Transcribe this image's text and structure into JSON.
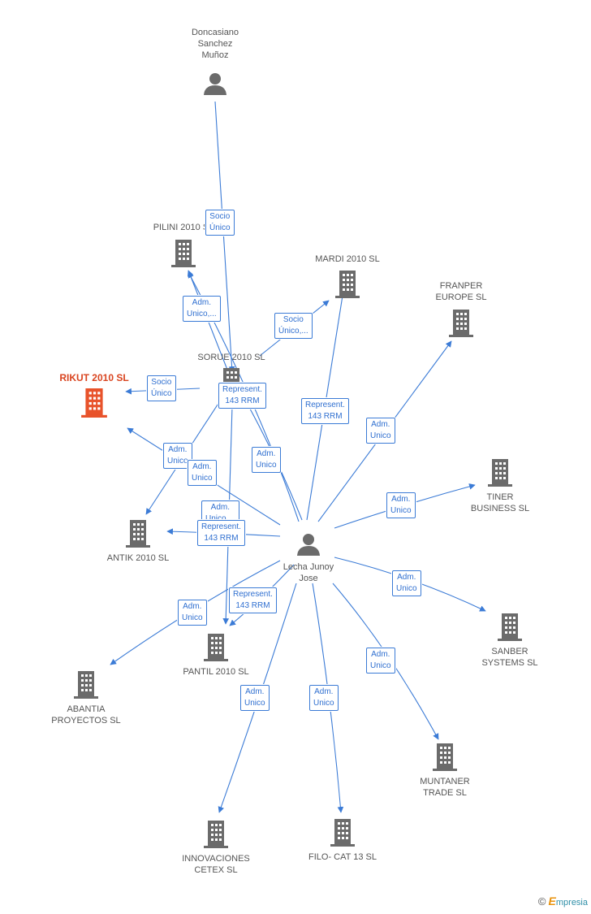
{
  "colors": {
    "edge": "#3b7bd6",
    "company": "#6b6b6b",
    "main_company": "#e8532b",
    "person": "#6b6b6b"
  },
  "nodes": [
    {
      "id": "doncasiano",
      "type": "person",
      "label": "Doncasiano\nSanchez\nMuñoz"
    },
    {
      "id": "pilini",
      "type": "company",
      "label": "PILINI 2010 SL"
    },
    {
      "id": "mardi",
      "type": "company",
      "label": "MARDI 2010 SL"
    },
    {
      "id": "franper",
      "type": "company",
      "label": "FRANPER\nEUROPE SL"
    },
    {
      "id": "sorue",
      "type": "company",
      "label": "SORUE 2010 SL"
    },
    {
      "id": "rikut",
      "type": "company-main",
      "label": "RIKUT 2010 SL"
    },
    {
      "id": "tiner",
      "type": "company",
      "label": "TINER\nBUSINESS SL"
    },
    {
      "id": "antik",
      "type": "company",
      "label": "ANTIK 2010 SL"
    },
    {
      "id": "lecha",
      "type": "person",
      "label": "Lecha Junoy\nJose"
    },
    {
      "id": "sanber",
      "type": "company",
      "label": "SANBER\nSYSTEMS SL"
    },
    {
      "id": "pantil",
      "type": "company",
      "label": "PANTIL 2010 SL"
    },
    {
      "id": "abantia",
      "type": "company",
      "label": "ABANTIA\nPROYECTOS SL"
    },
    {
      "id": "muntaner",
      "type": "company",
      "label": "MUNTANER\nTRADE SL"
    },
    {
      "id": "innovaciones",
      "type": "company",
      "label": "INNOVACIONES\nCETEX SL"
    },
    {
      "id": "filo",
      "type": "company",
      "label": "FILO- CAT 13  SL"
    }
  ],
  "edge_labels": [
    {
      "id": "e1",
      "text": "Socio\nÚnico"
    },
    {
      "id": "e2",
      "text": "Adm.\nUnico,..."
    },
    {
      "id": "e3",
      "text": "Socio\nÚnico,..."
    },
    {
      "id": "e4",
      "text": "Socio\nÚnico"
    },
    {
      "id": "e5",
      "text": "Represent.\n143 RRM"
    },
    {
      "id": "e6",
      "text": "Represent.\n143 RRM"
    },
    {
      "id": "e7",
      "text": "Adm.\nUnico"
    },
    {
      "id": "e8",
      "text": "Adm.\nUnico"
    },
    {
      "id": "e9",
      "text": "Adm.\nUnico"
    },
    {
      "id": "e10",
      "text": "Adm.\nUnico"
    },
    {
      "id": "e11",
      "text": "Adm.\nUnico,..."
    },
    {
      "id": "e12",
      "text": "Represent.\n143 RRM"
    },
    {
      "id": "e13",
      "text": "Adm.\nUnico"
    },
    {
      "id": "e14",
      "text": "Adm.\nUnico"
    },
    {
      "id": "e15",
      "text": "Represent.\n143 RRM"
    },
    {
      "id": "e16",
      "text": "Adm.\nUnico"
    },
    {
      "id": "e17",
      "text": "Adm.\nUnico"
    },
    {
      "id": "e18",
      "text": "Adm.\nUnico"
    },
    {
      "id": "e19",
      "text": "Adm.\nUnico"
    }
  ],
  "footer": {
    "copyright": "©",
    "brand_e": "E",
    "brand_rest": "mpresia"
  }
}
